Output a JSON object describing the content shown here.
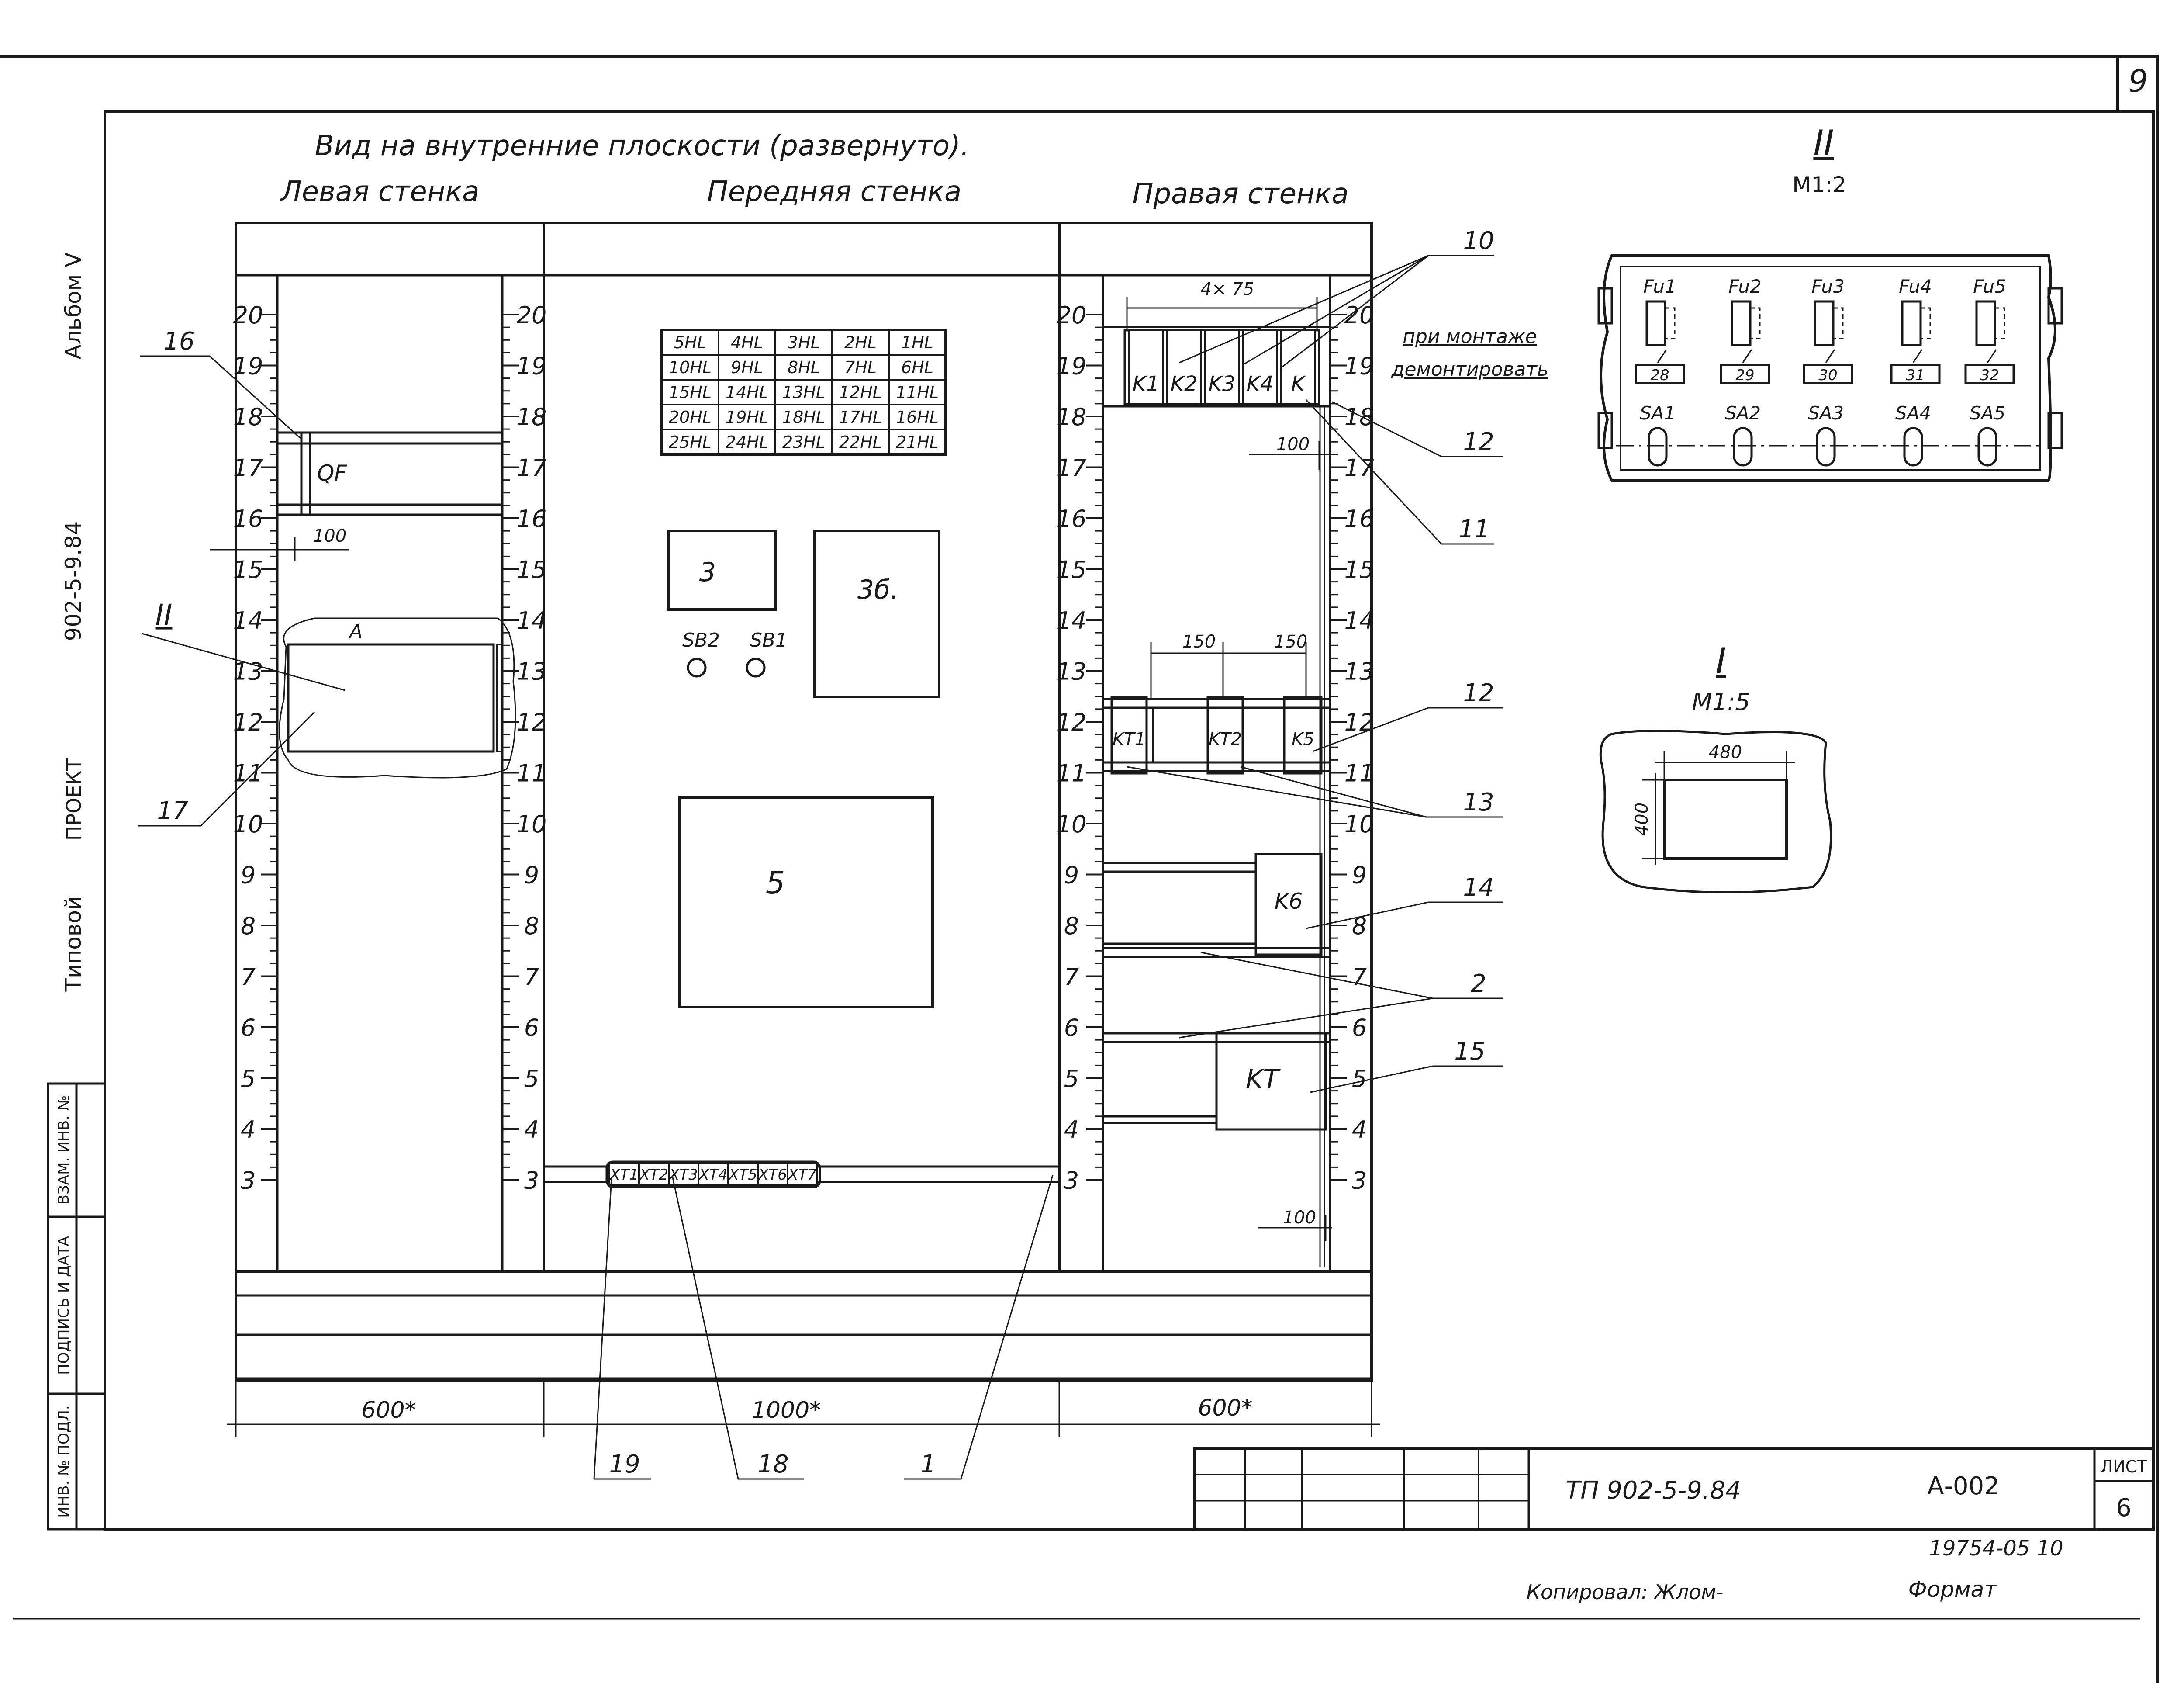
{
  "sheet_corner": "9",
  "title": "Вид на внутренние плоскости (развернуто).",
  "walls": {
    "left": "Левая стенка",
    "front": "Передняя стенка",
    "right": "Правая стенка"
  },
  "side_stamp": {
    "album": "Альбом V",
    "project_code": "902-5-9.84",
    "project_word": "ПРОЕКТ",
    "typical": "Типовой",
    "boxes": [
      "ВЗАМ. ИНВ. №",
      "ПОДПИСЬ И ДАТА",
      "ИНВ. № ПОДЛ."
    ]
  },
  "rail_ticks": [
    "20",
    "19",
    "18",
    "17",
    "16",
    "15",
    "14",
    "13",
    "12",
    "11",
    "10",
    "9",
    "8",
    "7",
    "6",
    "5",
    "4",
    "3"
  ],
  "lamp_grid": [
    [
      "5HL",
      "4HL",
      "3HL",
      "2HL",
      "1HL"
    ],
    [
      "10HL",
      "9HL",
      "8HL",
      "7HL",
      "6HL"
    ],
    [
      "15HL",
      "14HL",
      "13HL",
      "12HL",
      "11HL"
    ],
    [
      "20HL",
      "19HL",
      "18HL",
      "17HL",
      "16HL"
    ],
    [
      "25HL",
      "24HL",
      "23HL",
      "22HL",
      "21HL"
    ]
  ],
  "front": {
    "box3": "3",
    "box3b": "3б.",
    "sb2": "SB2",
    "sb1": "SB1",
    "box5": "5",
    "terminals": [
      "XT1",
      "XT2",
      "XT3",
      "XT4",
      "XT5",
      "XT6",
      "XT7"
    ]
  },
  "left": {
    "qf": "QF",
    "a": "A",
    "dim100": "100",
    "view_mark": "II"
  },
  "right": {
    "dim_4x75": "4× 75",
    "relays": [
      "K1",
      "K2",
      "K3",
      "K4",
      "K"
    ],
    "dim100_top": "100",
    "dim150a": "150",
    "dim150b": "150",
    "timers": [
      "KT1",
      "KT2",
      "K5"
    ],
    "k6": "K6",
    "kt": "KT",
    "dim100_bottom": "100"
  },
  "callouts": [
    "10",
    "12",
    "11",
    "12",
    "13",
    "14",
    "2",
    "15",
    "16",
    "17",
    "19",
    "18",
    "1"
  ],
  "dims_bottom": [
    "600*",
    "1000*",
    "600*"
  ],
  "view2": {
    "mark": "II",
    "scale": "М1:2",
    "fuses": [
      "Fu1",
      "Fu2",
      "Fu3",
      "Fu4",
      "Fu5"
    ],
    "numbers": [
      "28",
      "29",
      "30",
      "31",
      "32"
    ],
    "switches": [
      "SA1",
      "SA2",
      "SA3",
      "SA4",
      "SA5"
    ],
    "note_line1": "при монтаже",
    "note_line2": "демонтировать"
  },
  "view1": {
    "mark": "I",
    "scale": "М1:5",
    "w": "480",
    "h": "400"
  },
  "title_block": {
    "code": "ТП  902-5-9.84",
    "doc": "А-002",
    "sheet_label": "ЛИСТ",
    "sheet_no": "6"
  },
  "footer": {
    "inv": "19754-05  10",
    "copied": "Копировал: Жлом-",
    "format": "Формат"
  }
}
